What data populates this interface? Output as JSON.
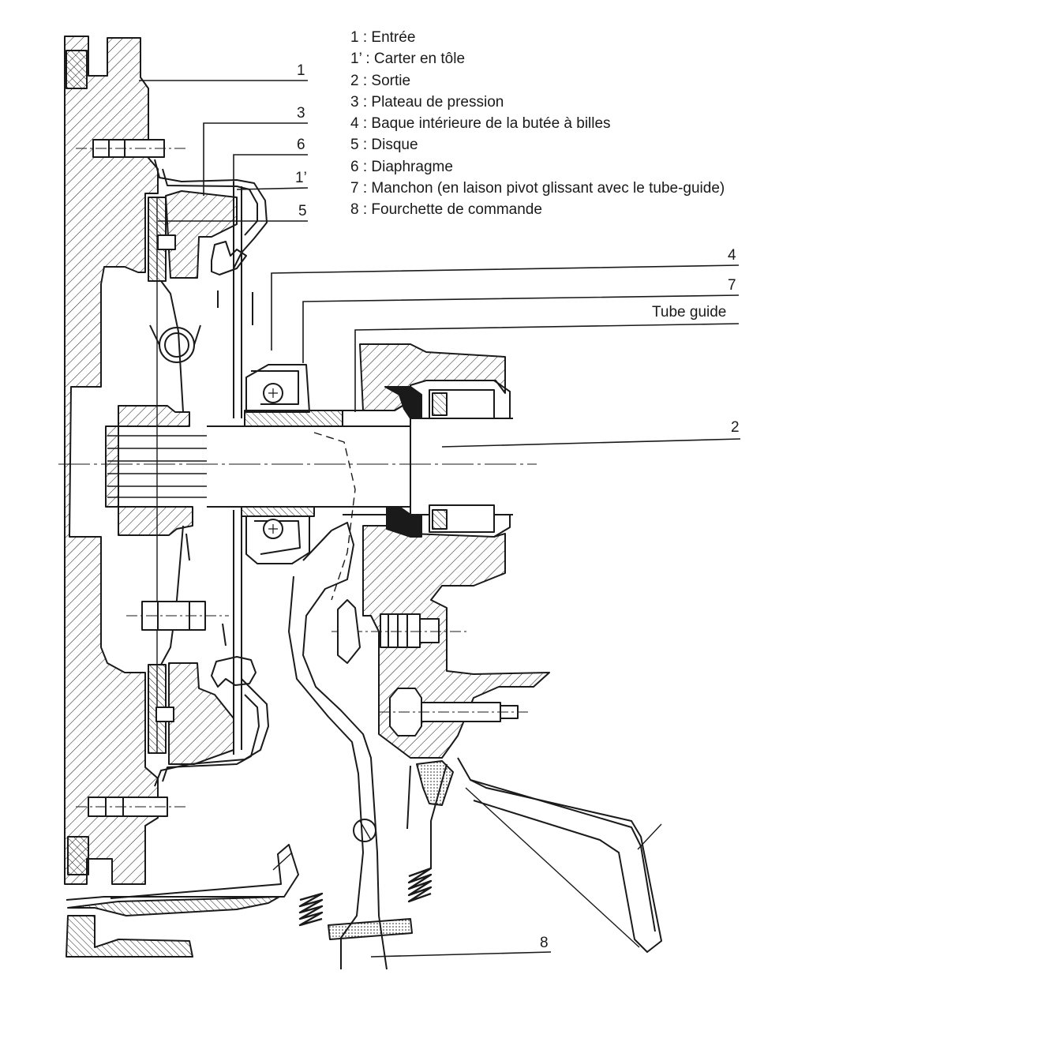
{
  "legend": [
    {
      "key": "1",
      "text": "1 : Entrée"
    },
    {
      "key": "1p",
      "text": "1’ : Carter en tôle"
    },
    {
      "key": "2",
      "text": "2 : Sortie"
    },
    {
      "key": "3",
      "text": "3 : Plateau de pression"
    },
    {
      "key": "4",
      "text": "4 : Baque intérieure de la butée à billes"
    },
    {
      "key": "5",
      "text": "5 : Disque"
    },
    {
      "key": "6",
      "text": "6 : Diaphragme"
    },
    {
      "key": "7",
      "text": "7 : Manchon (en laison pivot glissant avec le tube-guide)"
    },
    {
      "key": "8",
      "text": "8 : Fourchette de commande"
    }
  ],
  "callouts": {
    "c1": "1",
    "c3": "3",
    "c6": "6",
    "c1p": "1’",
    "c5": "5",
    "c4": "4",
    "c7": "7",
    "tube_guide": "Tube guide",
    "c2": "2",
    "c8": "8"
  },
  "colors": {
    "ink": "#1a1a1a",
    "paper": "#ffffff"
  }
}
